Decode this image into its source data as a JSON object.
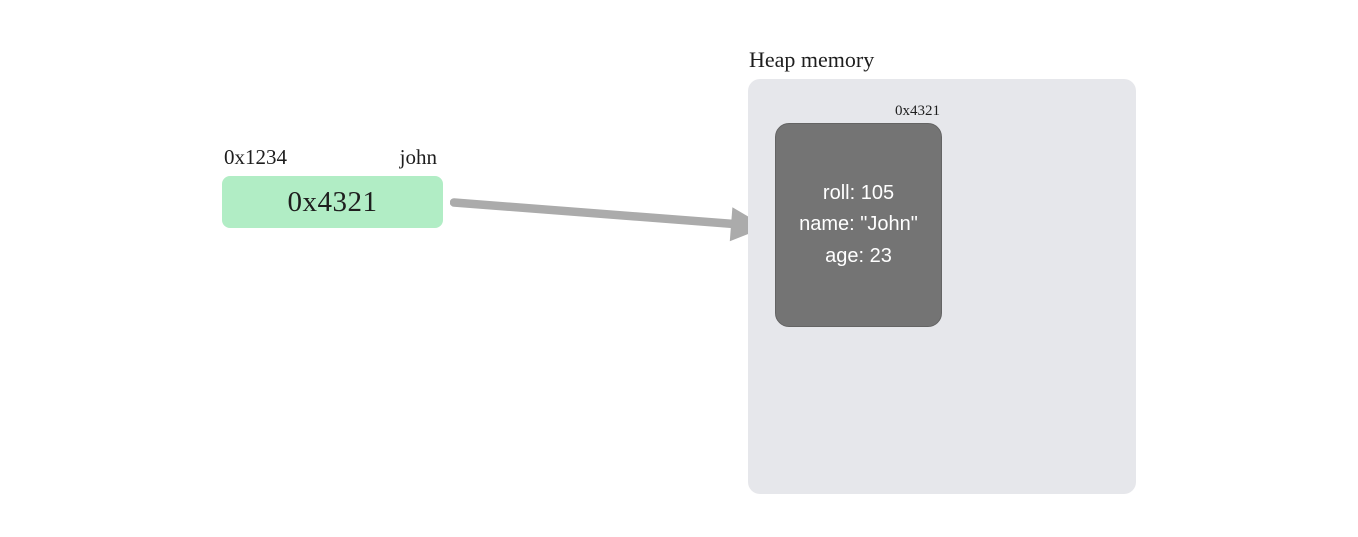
{
  "colors": {
    "page_bg": "#ffffff",
    "green_box": "#b1edc5",
    "heap_panel": "#e6e7eb",
    "object_box": "#747474",
    "object_border": "#646464",
    "arrow": "#ababab",
    "text_dark": "#1e1e1e",
    "text_light": "#ffffff"
  },
  "stack_variable": {
    "address_label": "0x1234",
    "name_label": "john",
    "value": "0x4321"
  },
  "heap": {
    "title": "Heap memory",
    "object": {
      "address_label": "0x4321",
      "fields": [
        "roll: 105",
        "name: \"John\"",
        "age: 23"
      ]
    }
  }
}
